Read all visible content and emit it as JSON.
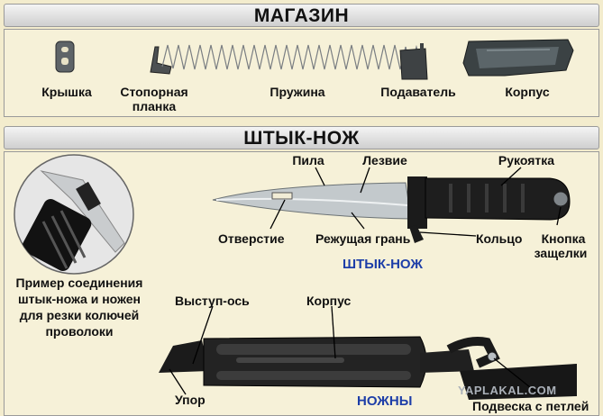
{
  "magazine": {
    "title": "МАГАЗИН",
    "labels": {
      "cover": "Крышка",
      "stop_plate_1": "Стопорная",
      "stop_plate_2": "планка",
      "spring": "Пружина",
      "follower": "Подаватель",
      "body": "Корпус"
    }
  },
  "bayonet": {
    "title": "ШТЫК-НОЖ",
    "labels": {
      "saw": "Пила",
      "blade": "Лезвие",
      "handle": "Рукоятка",
      "hole": "Отверстие",
      "cutting_edge": "Режущая грань",
      "ring": "Кольцо",
      "latch_1": "Кнопка",
      "latch_2": "защелки",
      "knife_caption": "ШТЫК-НОЖ"
    },
    "inset_caption": [
      "Пример соединения",
      "штык-ножа и ножен",
      "для резки колючей",
      "проволоки"
    ]
  },
  "scabbard": {
    "labels": {
      "lug_axis": "Выступ-ось",
      "body": "Корпус",
      "stop": "Упор",
      "caption": "НОЖНЫ",
      "loop": "Подвеска с петлей"
    }
  },
  "watermark": "YAPLAKAL.COM",
  "colors": {
    "background": "#f3eccd",
    "caption_blue": "#1d3ea8"
  }
}
